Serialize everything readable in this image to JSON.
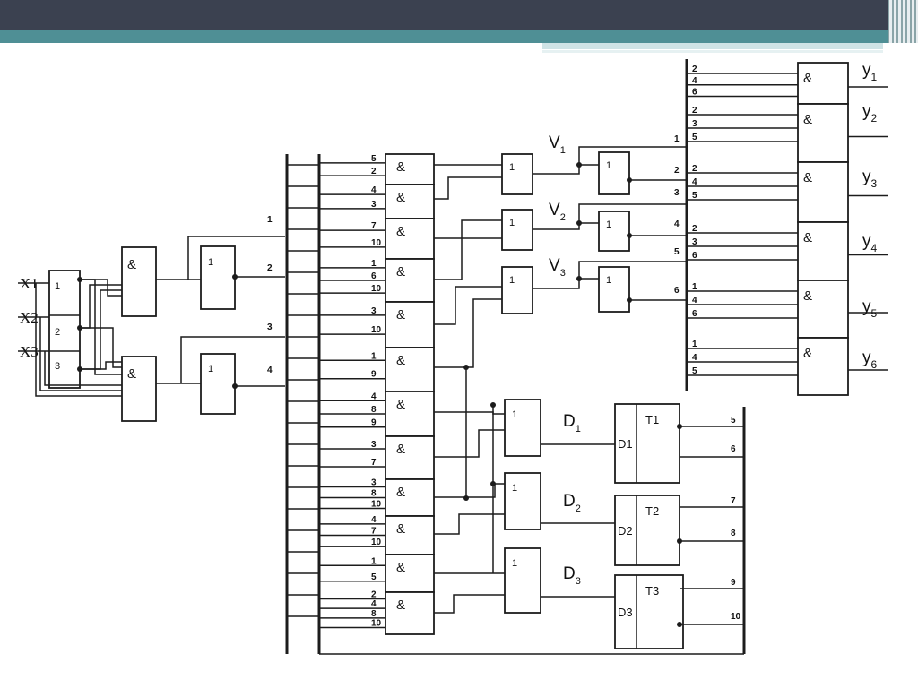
{
  "inputs": [
    "X1",
    "X2",
    "X3"
  ],
  "register_cells": [
    "1",
    "2",
    "3"
  ],
  "symbols": {
    "and": "&",
    "or": "1"
  },
  "left_bus_labels": [
    "1",
    "2",
    "3",
    "4"
  ],
  "mid_bus_groups": [
    [
      "5",
      "2"
    ],
    [
      "4",
      "3"
    ],
    [
      "7",
      "10"
    ],
    [
      "1",
      "6",
      "10"
    ],
    [
      "3",
      "10"
    ],
    [
      "1",
      "9"
    ],
    [
      "4",
      "8",
      "9"
    ],
    [
      "3",
      "7"
    ],
    [
      "3",
      "8",
      "10"
    ],
    [
      "4",
      "7",
      "10"
    ],
    [
      "1",
      "5"
    ],
    [
      "2",
      "4",
      "8",
      "10"
    ]
  ],
  "v_labels": [
    {
      "base": "V",
      "sub": "1"
    },
    {
      "base": "V",
      "sub": "2"
    },
    {
      "base": "V",
      "sub": "3"
    }
  ],
  "d_labels": [
    {
      "base": "D",
      "sub": "1"
    },
    {
      "base": "D",
      "sub": "2"
    },
    {
      "base": "D",
      "sub": "3"
    }
  ],
  "right_bus_labels": [
    "1",
    "2",
    "3",
    "4",
    "5",
    "6"
  ],
  "y_groups": [
    [
      "2",
      "4",
      "6"
    ],
    [
      "2",
      "3",
      "5"
    ],
    [
      "2",
      "4",
      "5"
    ],
    [
      "2",
      "3",
      "6"
    ],
    [
      "1",
      "4",
      "6"
    ],
    [
      "1",
      "4",
      "5"
    ]
  ],
  "y_labels": [
    {
      "base": "y",
      "sub": "1"
    },
    {
      "base": "y",
      "sub": "2"
    },
    {
      "base": "y",
      "sub": "3"
    },
    {
      "base": "y",
      "sub": "4"
    },
    {
      "base": "y",
      "sub": "5"
    },
    {
      "base": "y",
      "sub": "6"
    }
  ],
  "triggers": [
    {
      "input": "D1",
      "name": "T1",
      "outputs": [
        "5",
        "6"
      ]
    },
    {
      "input": "D2",
      "name": "T2",
      "outputs": [
        "7",
        "8"
      ]
    },
    {
      "input": "D3",
      "name": "T3",
      "outputs": [
        "9",
        "10"
      ]
    }
  ]
}
